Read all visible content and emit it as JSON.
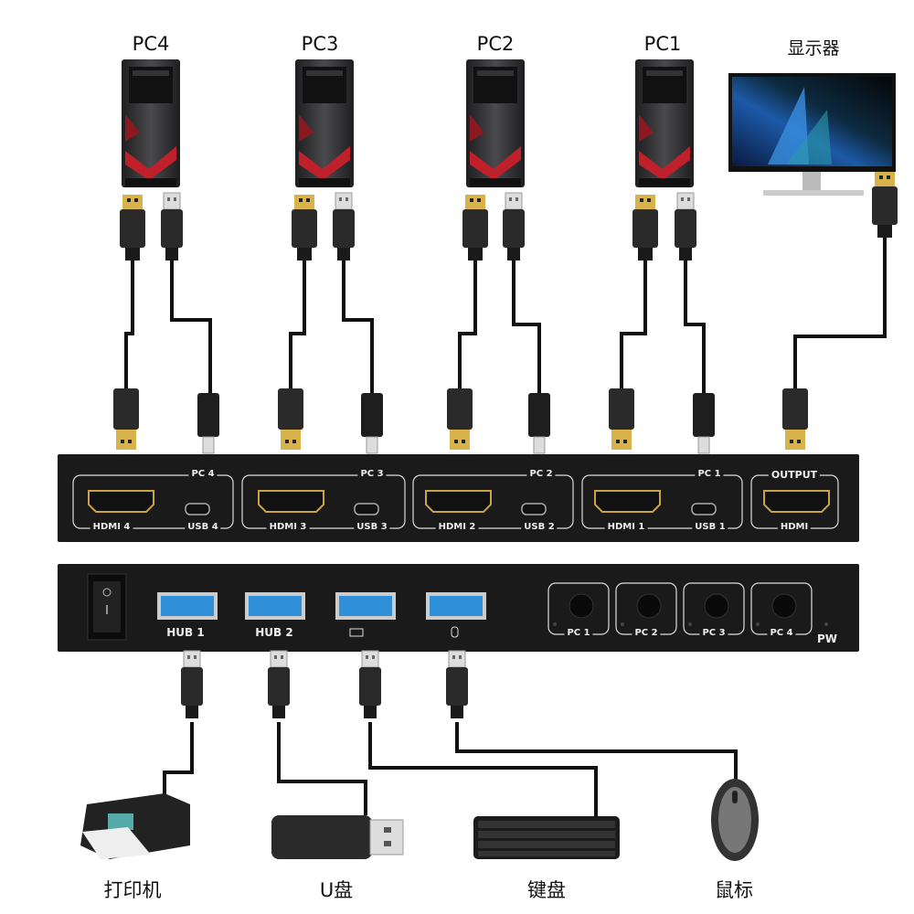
{
  "top_labels": {
    "pc4": "PC4",
    "pc3": "PC3",
    "pc2": "PC2",
    "pc1": "PC1",
    "monitor": "显示器"
  },
  "back_panel": {
    "groups": [
      {
        "title": "PC 4",
        "hdmi": "HDMI 4",
        "usb": "USB 4"
      },
      {
        "title": "PC 3",
        "hdmi": "HDMI 3",
        "usb": "USB 3"
      },
      {
        "title": "PC 2",
        "hdmi": "HDMI 2",
        "usb": "USB 2"
      },
      {
        "title": "PC 1",
        "hdmi": "HDMI 1",
        "usb": "USB 1"
      }
    ],
    "output": {
      "title": "OUTPUT",
      "port": "HDMI"
    }
  },
  "front_panel": {
    "ports": [
      "HUB 1",
      "HUB 2"
    ],
    "port_icons": [
      "keyboard-icon",
      "mouse-icon"
    ],
    "buttons": [
      "PC 1",
      "PC 2",
      "PC 3",
      "PC 4"
    ],
    "power_led": "PW"
  },
  "bottom_labels": {
    "printer": "打印机",
    "usb_drive": "U盘",
    "keyboard": "键盘",
    "mouse": "鼠标"
  },
  "colors": {
    "usb_port": "#2f8fd8",
    "hdmi_gold": "#c9a24a",
    "pc_accent": "#c0202a",
    "panel": "#1a1a1a"
  }
}
